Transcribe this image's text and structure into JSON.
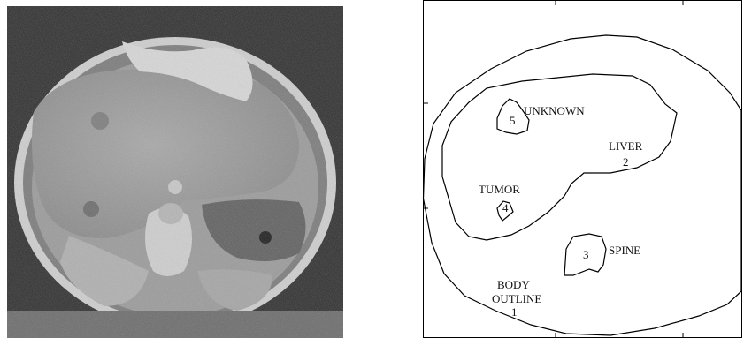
{
  "ct_scan": {
    "caption": ""
  },
  "segmentation": {
    "regions": [
      {
        "id": "1",
        "label_lines": [
          "BODY",
          "OUTLINE"
        ]
      },
      {
        "id": "2",
        "label_lines": [
          "LIVER"
        ]
      },
      {
        "id": "3",
        "label_lines": [
          "SPINE"
        ]
      },
      {
        "id": "4",
        "label_lines": [
          "TUMOR"
        ]
      },
      {
        "id": "5",
        "label_lines": [
          "UNKNOWN"
        ]
      }
    ],
    "stroke_color": "#000000",
    "background": "#ffffff"
  }
}
